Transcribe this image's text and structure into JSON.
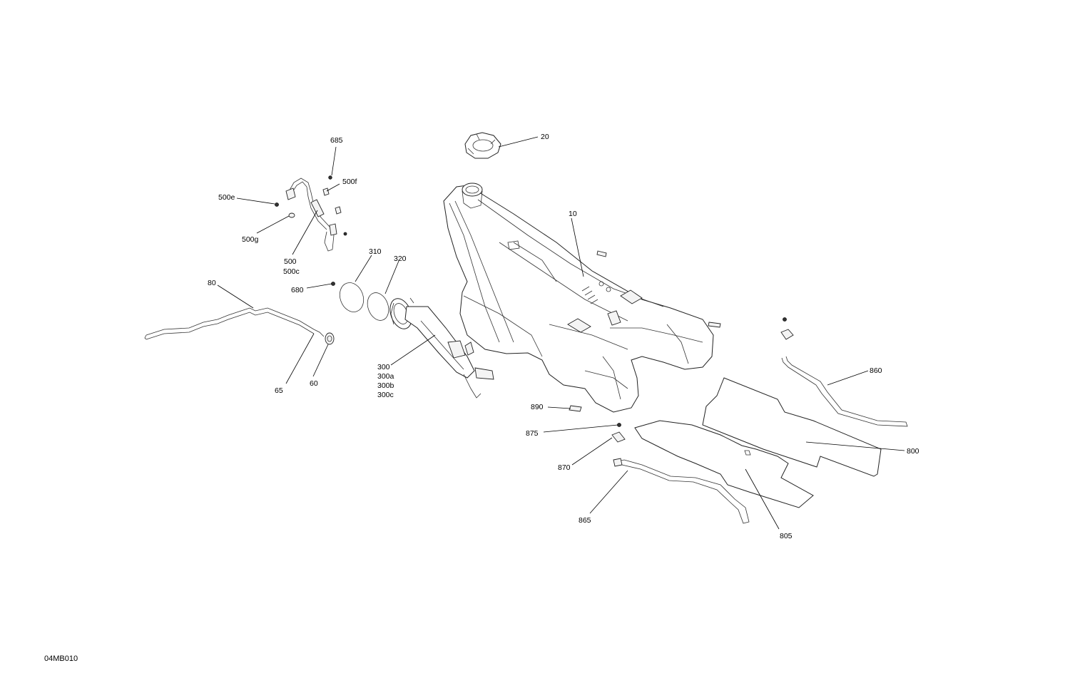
{
  "drawing_code": "04MB010",
  "callouts": {
    "c10": "10",
    "c20": "20",
    "c60": "60",
    "c65": "65",
    "c80": "80",
    "c300": "300",
    "c300a": "300a",
    "c300b": "300b",
    "c300c": "300c",
    "c310": "310",
    "c320": "320",
    "c500": "500",
    "c500c": "500c",
    "c500e": "500e",
    "c500f": "500f",
    "c500g": "500g",
    "c680": "680",
    "c685": "685",
    "c800": "800",
    "c805": "805",
    "c860": "860",
    "c865": "865",
    "c870": "870",
    "c875": "875",
    "c890": "890"
  }
}
